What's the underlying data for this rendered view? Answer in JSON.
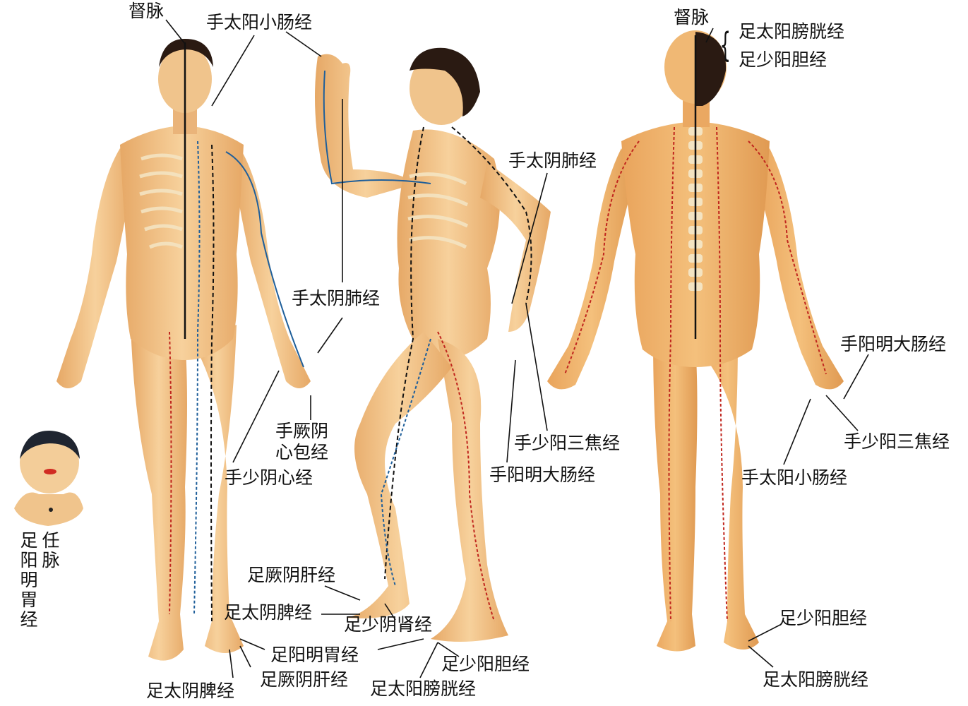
{
  "labels": {
    "front_du": "督脉",
    "front_si_top": "手太阳小肠经",
    "side_lu_upper": "手太阴肺经",
    "front_lu": "手太阴肺经",
    "front_pc_1": "手厥阴",
    "front_pc_2": "心包经",
    "front_ht": "手少阴心经",
    "side_sj": "手少阳三焦经",
    "side_li": "手阳明大肠经",
    "back_du": "督脉",
    "back_bl_top": "足太阳膀胱经",
    "back_gb_top": "足少阳胆经",
    "back_li": "手阳明大肠经",
    "back_sj": "手少阳三焦经",
    "back_si": "手太阳小肠经",
    "back_gb": "足少阳胆经",
    "back_bl": "足太阳膀胱经",
    "foot_lr": "足厥阴肝经",
    "foot_sp_mid": "足太阴脾经",
    "foot_ki": "足少阴肾经",
    "foot_st": "足阳明胃经",
    "foot_lr_low": "足厥阴肝经",
    "foot_sp_bottom": "足太阴脾经",
    "foot_gb": "足少阳胆经",
    "foot_bl": "足太阳膀胱经",
    "head_ren": "任脉",
    "head_st": "足阳明胃经"
  },
  "colors": {
    "skin": "#f3c58e",
    "skin_shadow": "#e2a566",
    "bone": "#f6ead0",
    "hair": "#2a1a12",
    "red_channel": "#c0261e",
    "blue_channel": "#1f5f9a",
    "black_channel": "#111111"
  }
}
